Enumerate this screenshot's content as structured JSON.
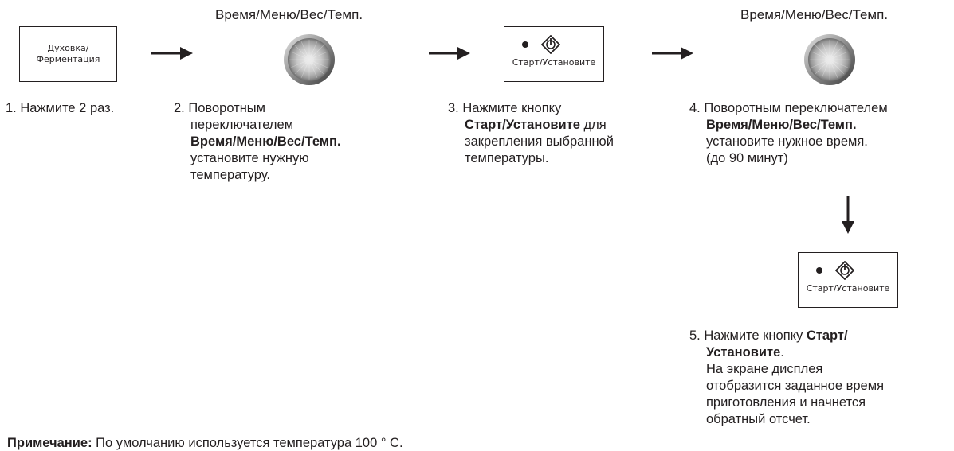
{
  "oven_button": {
    "line1": "Духовка/",
    "line2": "Ферментация"
  },
  "knob_label": "Время/Меню/Вес/Темп.",
  "start_button": {
    "label": "Старт/Установите"
  },
  "icons": {
    "arrow": "arrow-right-icon",
    "start": "start-diamond-icon",
    "dot": "indicator-dot-icon",
    "knob": "dial-knob-icon"
  },
  "steps": {
    "s1": {
      "num": "1.",
      "text": "Нажмите 2 раз."
    },
    "s2": {
      "num": "2.",
      "l1": "Поворотным",
      "l2": "переключателем",
      "l3_bold": "Время/Меню/Вес/Темп.",
      "l4": "установите нужную",
      "l5": "температуру."
    },
    "s3": {
      "num": "3.",
      "l1": "Нажмите кнопку",
      "l2_bold": "Старт/Установите",
      "l2_rest": " для",
      "l3": "закрепления выбранной",
      "l4": "температуры."
    },
    "s4": {
      "num": "4.",
      "l1": "Поворотным переключателем",
      "l2_bold": "Время/Меню/Вес/Темп.",
      "l3": "установите нужное время.",
      "l4": "(до 90 минут)"
    },
    "s5": {
      "num": "5.",
      "l1_pre": "Нажмите кнопку ",
      "l1_bold": "Старт/",
      "l2_bold": "Установите",
      "l2_rest": ".",
      "l3": "На экране дисплея",
      "l4": "отобразится заданное время",
      "l5": "приготовления и начнется",
      "l6": "обратный отсчет."
    }
  },
  "note": {
    "label": "Примечание:",
    "text": " По умолчанию используется температура 100 ° C."
  }
}
